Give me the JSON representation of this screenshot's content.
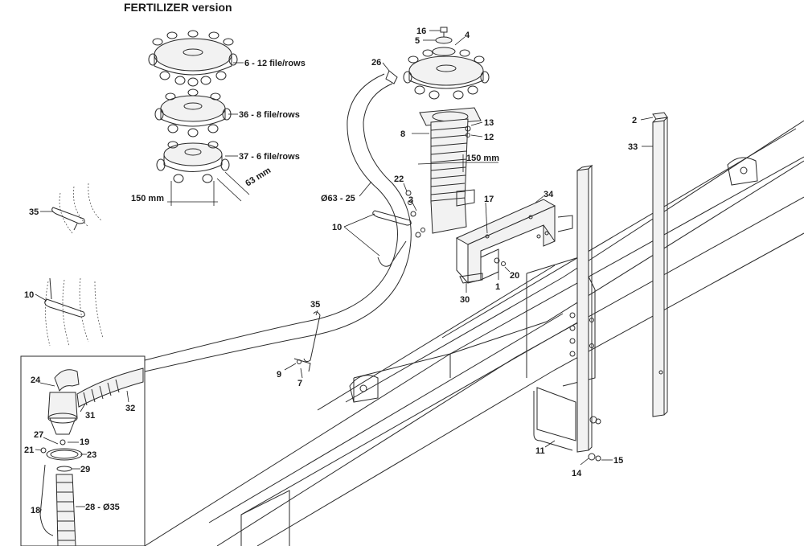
{
  "title": "FERTILIZER version",
  "labels": {
    "v12": "6 - 12 file/rows",
    "v8": "36 - 8 file/rows",
    "v6": "37 - 6 file/rows",
    "d150a": "150 mm",
    "d63": "63 mm",
    "d150b": "150 mm",
    "hose": "Ø63 - 25",
    "tube": "28 - Ø35",
    "n1": "1",
    "n2": "2",
    "n3": "3",
    "n4": "4",
    "n5": "5",
    "n7": "7",
    "n8": "8",
    "n9": "9",
    "n10a": "10",
    "n10b": "10",
    "n11": "11",
    "n12": "12",
    "n13": "13",
    "n14": "14",
    "n15": "15",
    "n16": "16",
    "n17": "17",
    "n18": "18",
    "n19": "19",
    "n20": "20",
    "n21": "21",
    "n22": "22",
    "n23": "23",
    "n24": "24",
    "n26": "26",
    "n27": "27",
    "n29": "29",
    "n30": "30",
    "n31": "31",
    "n32": "32",
    "n33": "33",
    "n34": "34",
    "n35a": "35",
    "n35b": "35"
  }
}
